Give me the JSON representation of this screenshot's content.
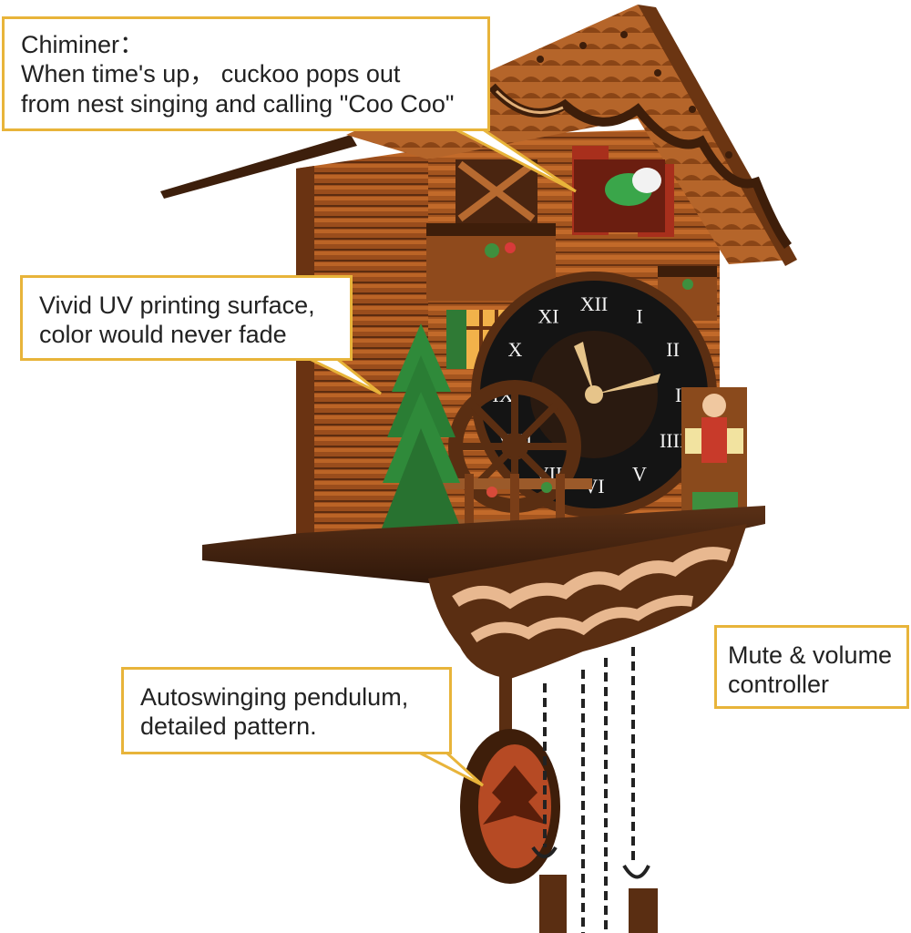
{
  "callouts": {
    "chimer": {
      "title": "Chiminer：",
      "line1": "When time's up，  cuckoo pops out",
      "line2": "from nest singing and calling \"Coo Coo\""
    },
    "uv_printing": {
      "line1": "Vivid UV printing surface,",
      "line2": "color would never fade"
    },
    "pendulum": {
      "line1": "Autoswinging pendulum,",
      "line2": "detailed pattern."
    },
    "mute": {
      "line1": "Mute & volume",
      "line2": "controller"
    }
  },
  "clock_face": {
    "numerals": [
      "XII",
      "I",
      "II",
      "III",
      "IIII",
      "V",
      "VI",
      "VII",
      "VIII",
      "IX",
      "X",
      "XI"
    ]
  },
  "colors": {
    "callout_border": "#e8b43a",
    "wood_dark": "#4a2a14",
    "wood_mid": "#8b4a1c",
    "wood_light": "#c8733a",
    "tree_green": "#2f8a3a",
    "dial_black": "#141414"
  }
}
